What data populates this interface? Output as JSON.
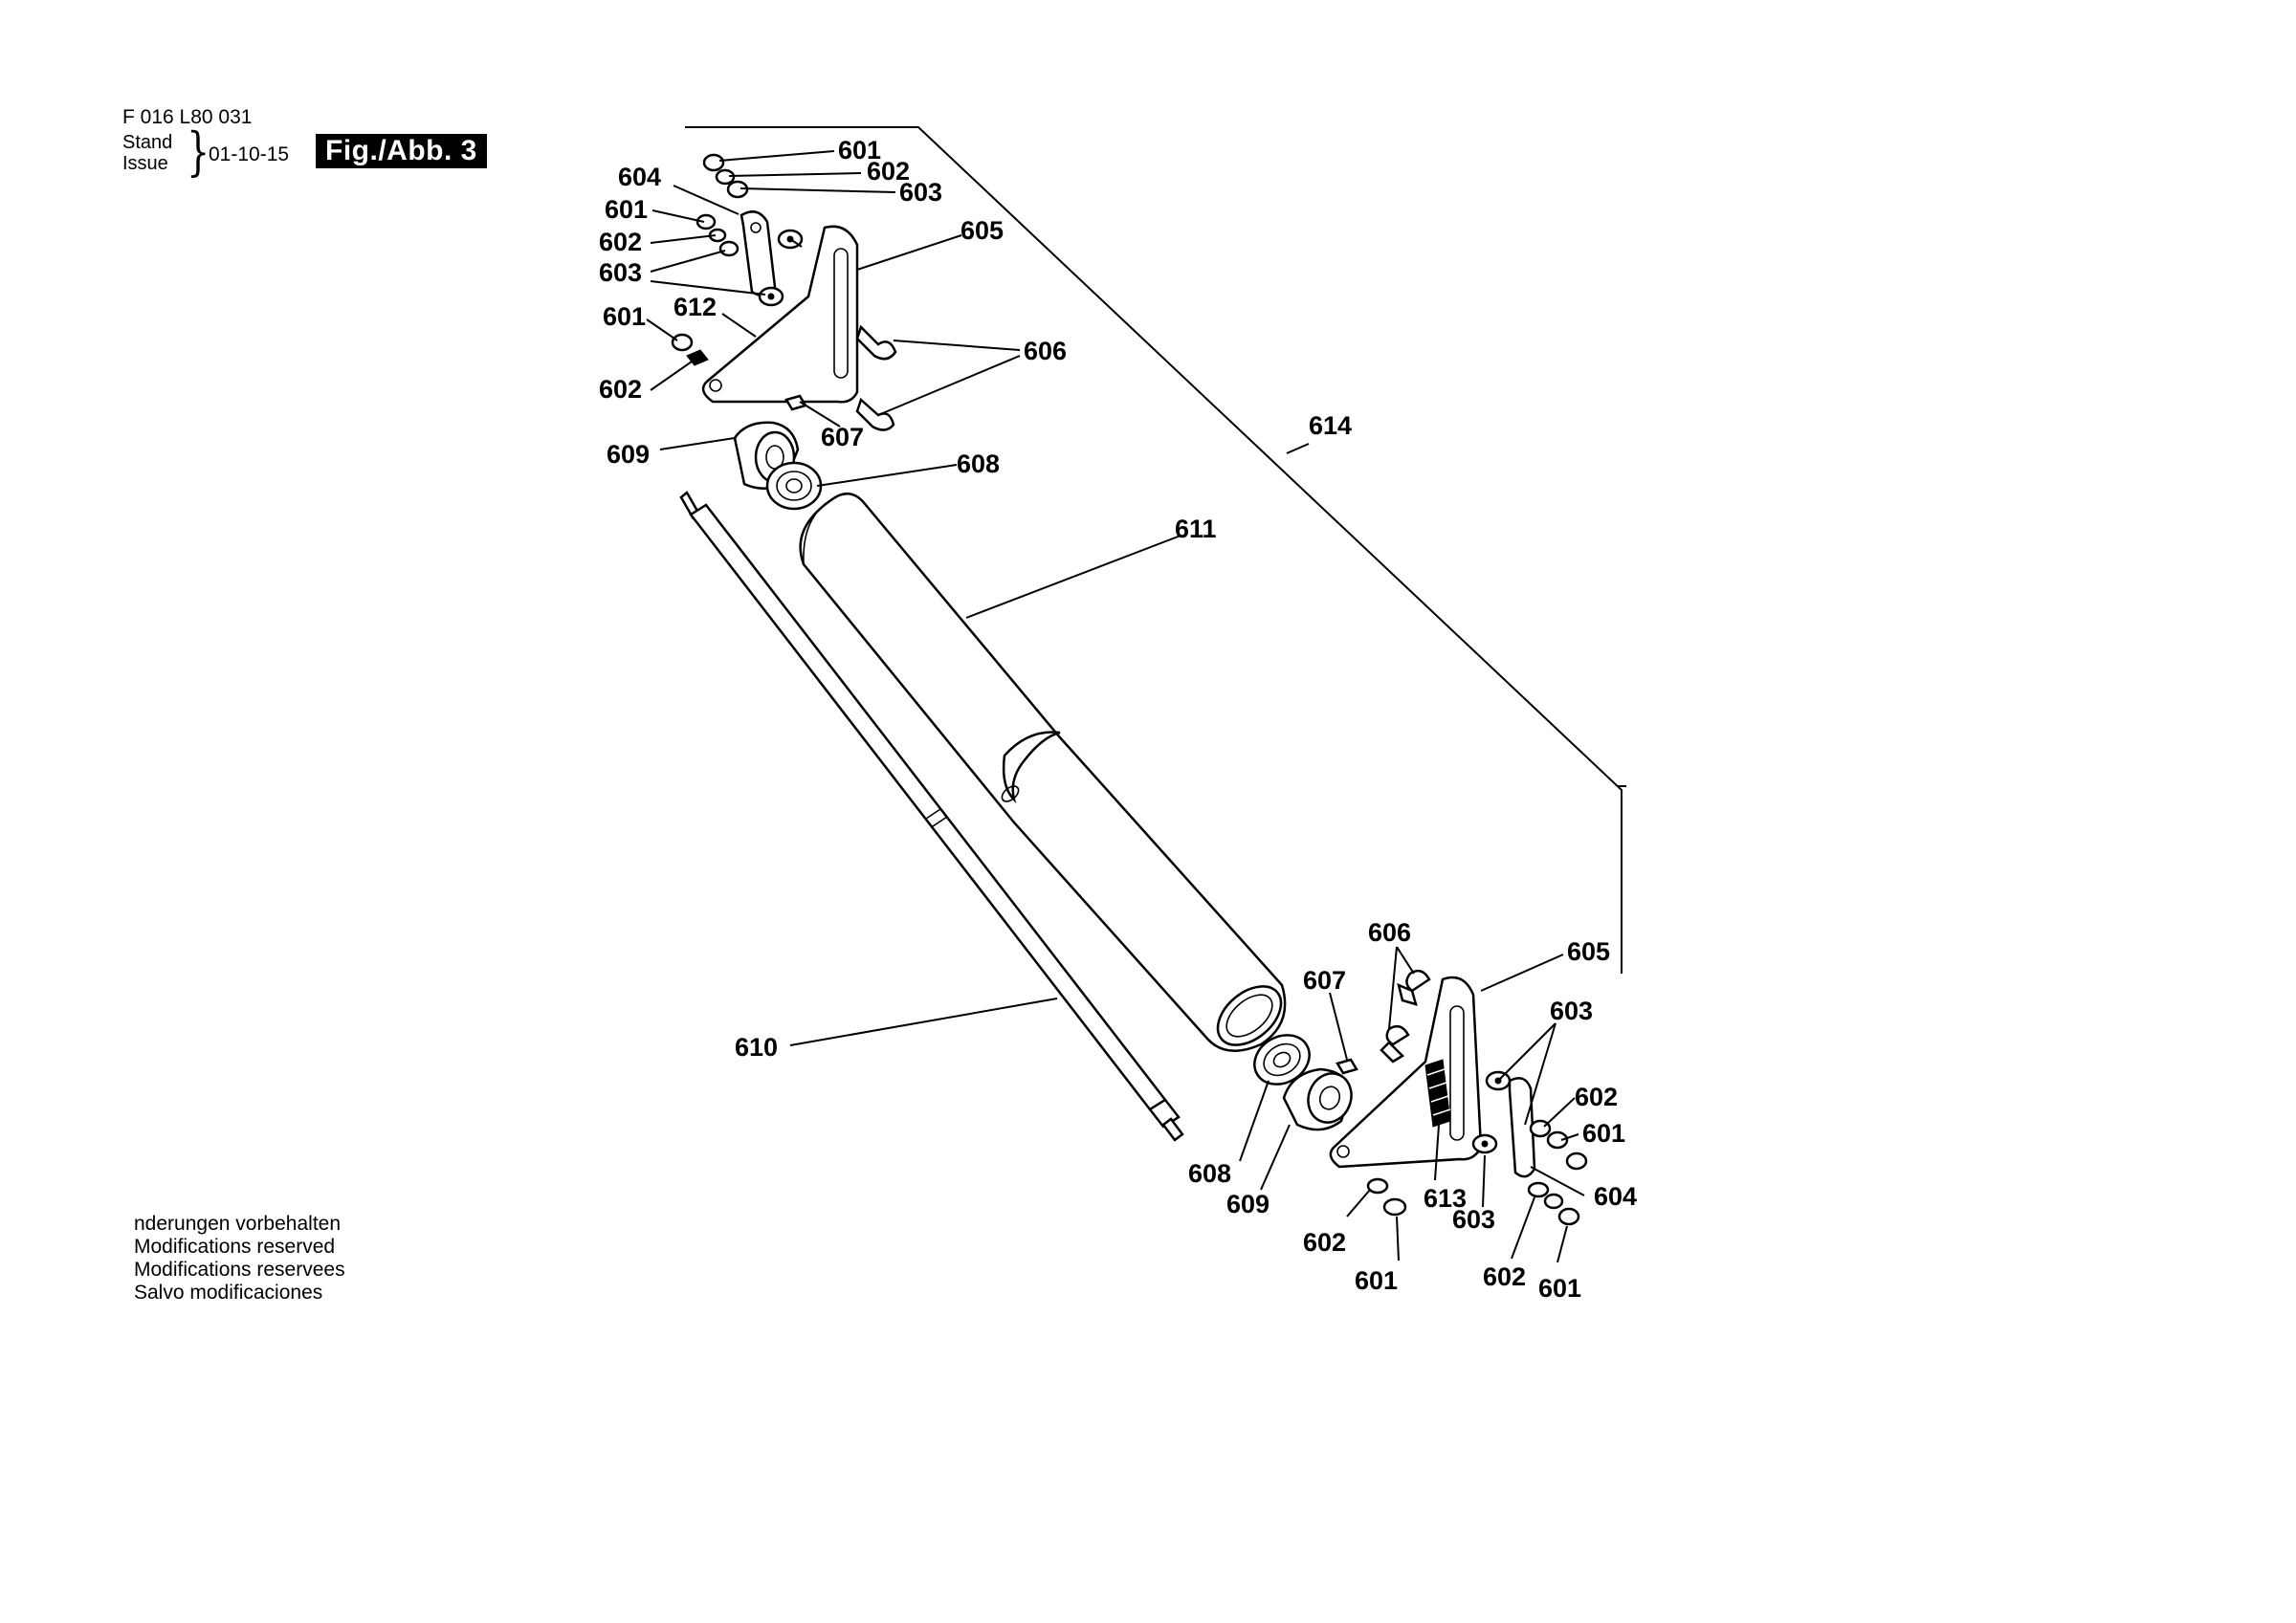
{
  "header": {
    "doc_number": "F 016 L80 031",
    "stand_label": "Stand",
    "issue_label": "Issue",
    "issue_date": "01-10-15",
    "fig_label": "Fig./Abb. 3"
  },
  "footer": {
    "notes": [
      "nderungen vorbehalten",
      "Modifications reserved",
      "Modifications reservees",
      "Salvo modificaciones"
    ]
  },
  "callouts": {
    "c601a": "601",
    "c602a": "602",
    "c603a": "603",
    "c604a": "604",
    "c601b": "601",
    "c602b": "602",
    "c603b": "603",
    "c605a": "605",
    "c601c": "601",
    "c612": "612",
    "c606a": "606",
    "c602c": "602",
    "c607a": "607",
    "c614": "614",
    "c609a": "609",
    "c608a": "608",
    "c611": "611",
    "c606b": "606",
    "c605b": "605",
    "c607b": "607",
    "c603c": "603",
    "c610": "610",
    "c602d": "602",
    "c601d": "601",
    "c604b": "604",
    "c608b": "608",
    "c609b": "609",
    "c613": "613",
    "c603d": "603",
    "c602e": "602",
    "c601e": "601",
    "c602f": "602",
    "c601f": "601"
  }
}
